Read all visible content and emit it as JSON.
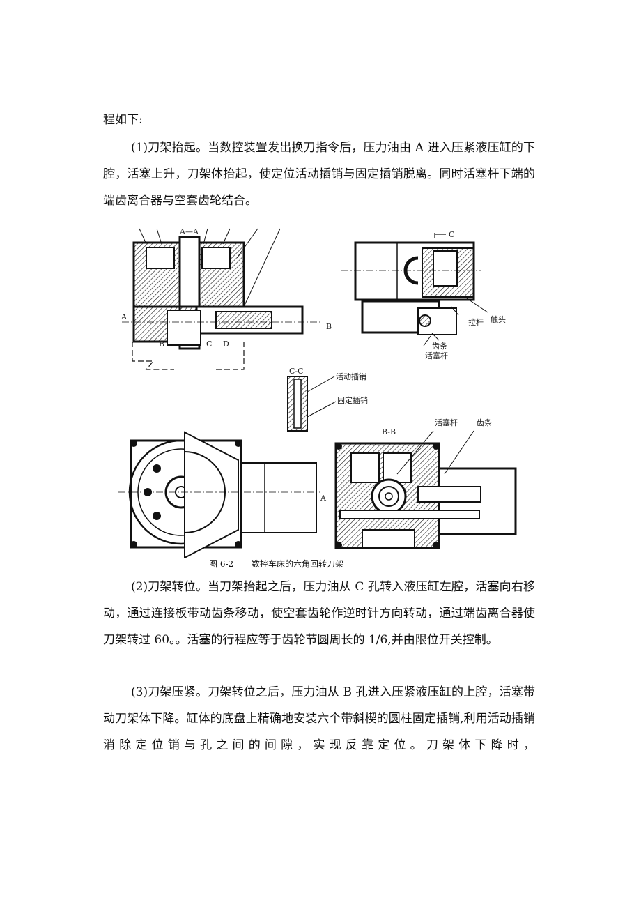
{
  "intro": {
    "lines": [
      "程如下:"
    ]
  },
  "paragraph1": {
    "lines": [
      "(1)刀架抬起。当数控装置发出换刀指令后，压力油由 A 进入压紧液压缸的下",
      "腔，活塞上升，刀架体抬起，使定位活动插销与固定插销脱离。同时活塞杆下端的",
      "端齿离合器与空套齿轮结合。"
    ]
  },
  "figure": {
    "labels": {
      "section_aa": "A—A",
      "a_left": "A",
      "b_bottom": "B",
      "c_bottom": "C",
      "d_bottom": "D",
      "b_right": "B",
      "c_arrow": "C",
      "chutou": "触头",
      "lagan": "拉杆",
      "chitiao_top": "齿条",
      "huosaigan_top": "活塞杆",
      "section_cc": "C-C",
      "huodong_chaxiao": "活动插销",
      "guding_chaxiao": "固定插销",
      "section_bb": "B-B",
      "huosaigan_bottom": "活塞杆",
      "chitiao_bottom": "齿条",
      "a_bottom_right": "A"
    },
    "caption_number": "图 6-2",
    "caption_title": "数控车床的六角回转刀架"
  },
  "paragraph2": {
    "lines": [
      "(2)刀架转位。当刀架抬起之后，压力油从 C 孔转入液压缸左腔，活塞向右移",
      "动，通过连接板带动齿条移动，使空套齿轮作逆时针方向转动，通过端齿离合器使",
      "刀架转过 60。。活塞的行程应等于齿轮节圆周长的 1/6,并由限位开关控制。"
    ]
  },
  "paragraph3": {
    "lines": [
      "(3)刀架压紧。刀架转位之后，压力油从 B 孔进入压紧液压缸的上腔，活塞带",
      "动刀架体下降。缸体的底盘上精确地安装六个带斜楔的圆柱固定插销,利用活动插销",
      "消除定位销与孔之间的间隙，实现反靠定位。刀架体下降时，"
    ]
  }
}
